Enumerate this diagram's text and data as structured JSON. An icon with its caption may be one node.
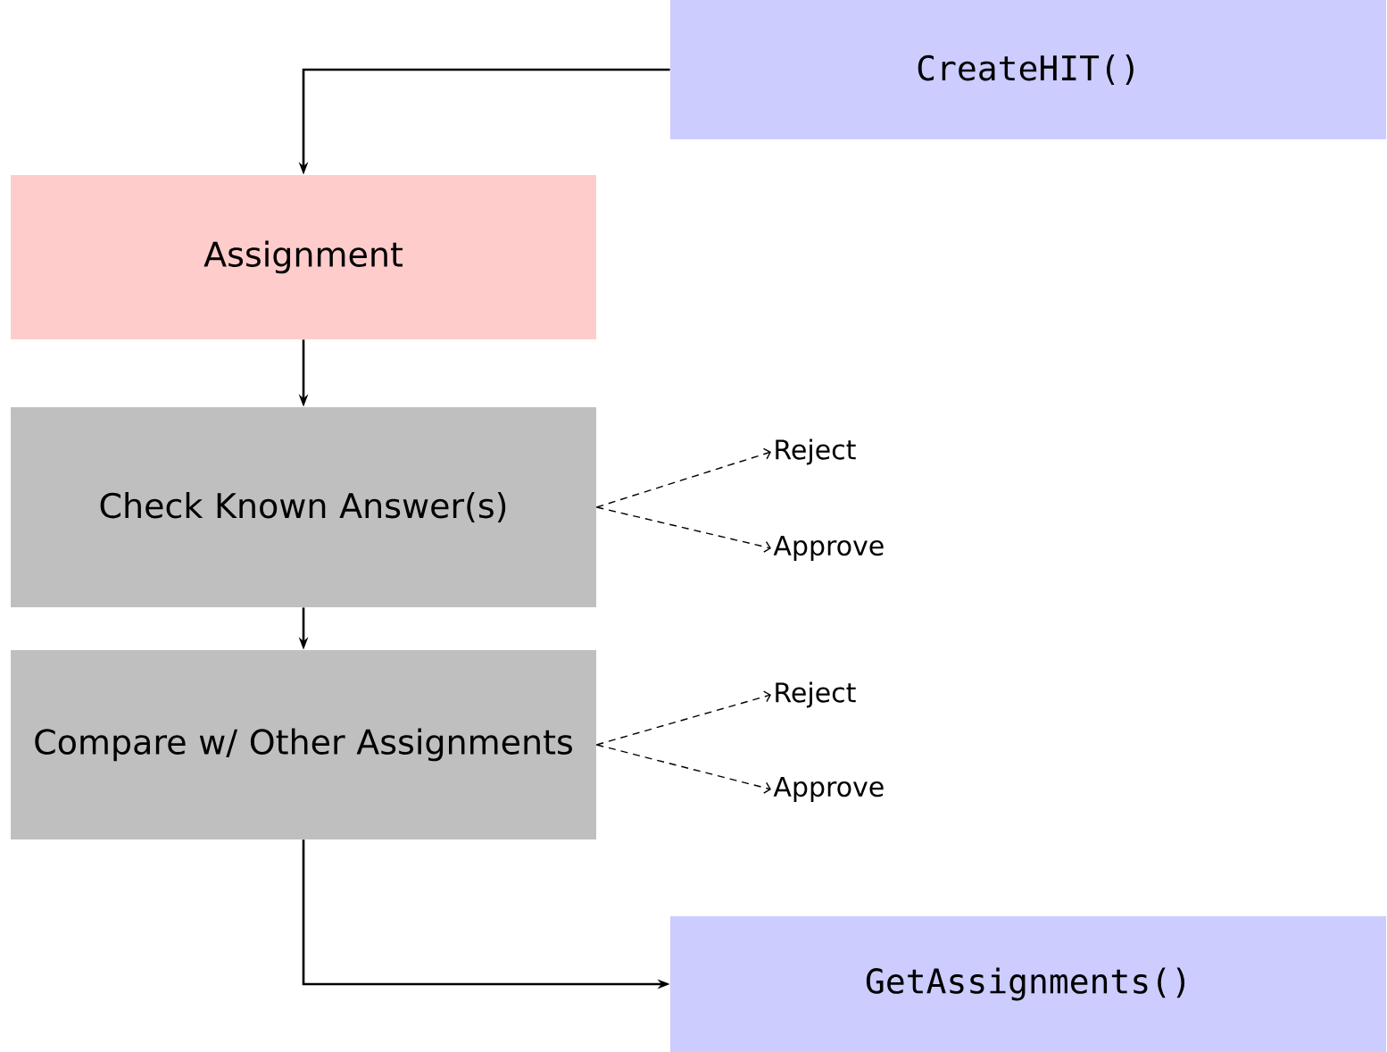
{
  "diagram": {
    "nodes": [
      {
        "text": [
          "CreateHIT()"
        ]
      },
      {
        "text": [
          "Assignment"
        ]
      },
      {
        "text": [
          "Check Known Answer(s)"
        ]
      },
      {
        "text": [
          "Reject"
        ]
      },
      {
        "text": [
          "Approve"
        ]
      },
      {
        "text": [
          "Compare w/ Other Assignments"
        ]
      },
      {
        "text": [
          "Reject"
        ]
      },
      {
        "text": [
          "Approve"
        ]
      },
      {
        "text": [
          "GetAssignments()"
        ]
      }
    ],
    "edges": [
      {
        "from": 0,
        "to": 1,
        "arrow": "to"
      },
      {
        "from": 1,
        "to": 2,
        "arrow": "to"
      },
      {
        "from": 2,
        "to": 3,
        "arrow": "to",
        "style": "dashed"
      },
      {
        "from": 2,
        "to": 4,
        "arrow": "to",
        "style": "dashed"
      },
      {
        "from": 2,
        "to": 5,
        "arrow": "to"
      },
      {
        "from": 5,
        "to": 6,
        "arrow": "to",
        "style": "dashed"
      },
      {
        "from": 5,
        "to": 7,
        "arrow": "to",
        "style": "dashed"
      },
      {
        "from": 5,
        "to": 8,
        "arrow": "to"
      }
    ]
  }
}
